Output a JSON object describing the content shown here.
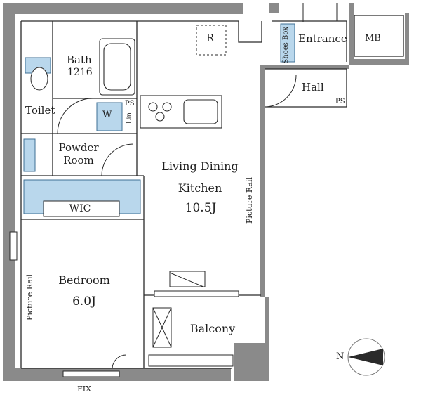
{
  "rooms": {
    "bath": "Bath",
    "bath_size": "1216",
    "toilet": "Toilet",
    "powder_room_1": "Powder",
    "powder_room_2": "Room",
    "wic": "WIC",
    "living_1": "Living Dining",
    "living_2": "Kitchen",
    "living_size": "10.5J",
    "bedroom": "Bedroom",
    "bedroom_size": "6.0J",
    "balcony": "Balcony",
    "entrance": "Entrance",
    "hall": "Hall",
    "mb": "MB",
    "shoes_box": "Shoes Box"
  },
  "labels": {
    "refrigerator": "R",
    "washer": "W",
    "ps_upper": "PS",
    "linen": "Lin",
    "ps_hall": "PS",
    "picture_rail_ldk": "Picture Rail",
    "picture_rail_bedroom": "Picture Rail",
    "fix": "FIX",
    "north": "N"
  },
  "colors": {
    "wall": "#8a8a8a",
    "wall_dark": "#6d6d6d",
    "line": "#2a2a2a",
    "fixture_blue": "#b9d7ec",
    "fixture_stroke": "#3d6f94"
  }
}
